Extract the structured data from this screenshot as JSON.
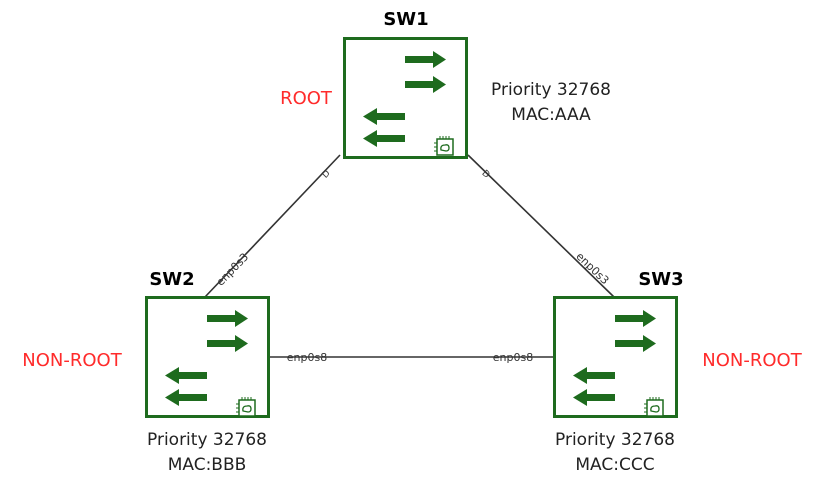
{
  "switches": {
    "sw1": {
      "name": "SW1",
      "role": "ROOT",
      "priority": "Priority 32768",
      "mac": "MAC:AAA"
    },
    "sw2": {
      "name": "SW2",
      "role": "NON-ROOT",
      "priority": "Priority 32768",
      "mac": "MAC:BBB"
    },
    "sw3": {
      "name": "SW3",
      "role": "NON-ROOT",
      "priority": "Priority 32768",
      "mac": "MAC:CCC"
    }
  },
  "links": {
    "sw1_sw2": {
      "port_label": "D",
      "interface": "enp0s3"
    },
    "sw1_sw3": {
      "port_label": "D",
      "interface": "enp0s3"
    },
    "sw2_sw3": {
      "sw2_interface": "enp0s8",
      "sw3_interface": "enp0s8"
    }
  },
  "colors": {
    "switch_green": "#1e6b1e",
    "role_red": "#ff2b2b",
    "link": "#333333"
  },
  "icons": {
    "switch": "switch-arrows-icon",
    "chip": "chip-icon"
  }
}
